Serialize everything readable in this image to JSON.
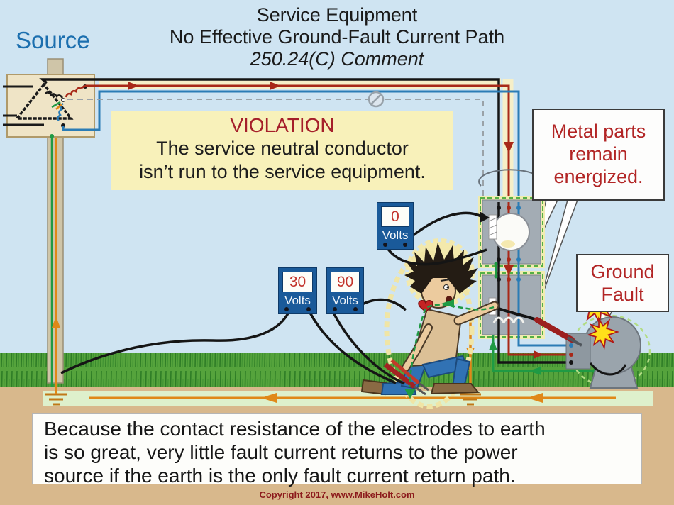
{
  "title": {
    "line1": "Service Equipment",
    "line2": "No Effective Ground-Fault Current Path",
    "line3": "250.24(C) Comment"
  },
  "source_label": "Source",
  "violation": {
    "heading": "VIOLATION",
    "body_line1": "The service neutral conductor",
    "body_line2": "isn’t run to the service equipment."
  },
  "callouts": {
    "metal_parts": {
      "line1": "Metal parts",
      "line2": "remain",
      "line3": "energized."
    },
    "ground_fault": {
      "line1": "Ground",
      "line2": "Fault"
    }
  },
  "meters": [
    {
      "value": "0",
      "unit": "Volts"
    },
    {
      "value": "30",
      "unit": "Volts"
    },
    {
      "value": "90",
      "unit": "Volts"
    }
  ],
  "bottom_note": {
    "line1": "Because the contact resistance of the electrodes to earth",
    "line2": "is so great, very little fault current returns to the power",
    "line3": "source if the earth is the only fault current return path."
  },
  "copyright": "Copyright 2017, www.MikeHolt.com",
  "icons": {
    "no_neutral_icon": "circle-slash",
    "spark_icon": "burst-star",
    "ground_electrode_icon": "ground-bars",
    "current_arrow_icon": "triangle-arrow"
  },
  "colors": {
    "sky": "#cfe4f2",
    "earth": "#d8b88c",
    "grass": "#55a33c",
    "violation_bg": "#f8f1ba",
    "violation_red": "#a51f2a",
    "callout_red": "#b22525",
    "meter_blue": "#1a5a9a",
    "meter_value_red": "#c2342c",
    "wire_black": "#151515",
    "wire_red": "#a82818",
    "wire_blue": "#2b7cb5",
    "wire_green": "#1f9a44",
    "wire_orange": "#e08818",
    "neutral_dashed_gray": "#9aa2a8",
    "panel_gray": "#a3acb4",
    "source_blue": "#1c6faf"
  }
}
